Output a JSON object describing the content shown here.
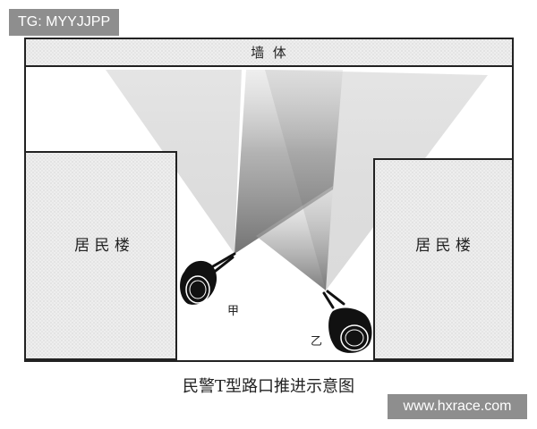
{
  "watermarks": {
    "top_left": "TG: MYYJJPP",
    "bottom_right": "www.hxrace.com"
  },
  "labels": {
    "wall": "墙  体",
    "building_left": "居 民 楼",
    "building_right": "居 民 楼",
    "officer_a": "甲",
    "officer_b": "乙"
  },
  "caption": "民警T型路口推进示意图",
  "colors": {
    "building_fill": "#ececec",
    "outline": "#222222",
    "officer_body": "#111111"
  },
  "icons": {
    "officer_a": "person-top-view-icon",
    "officer_b": "person-top-view-icon"
  }
}
